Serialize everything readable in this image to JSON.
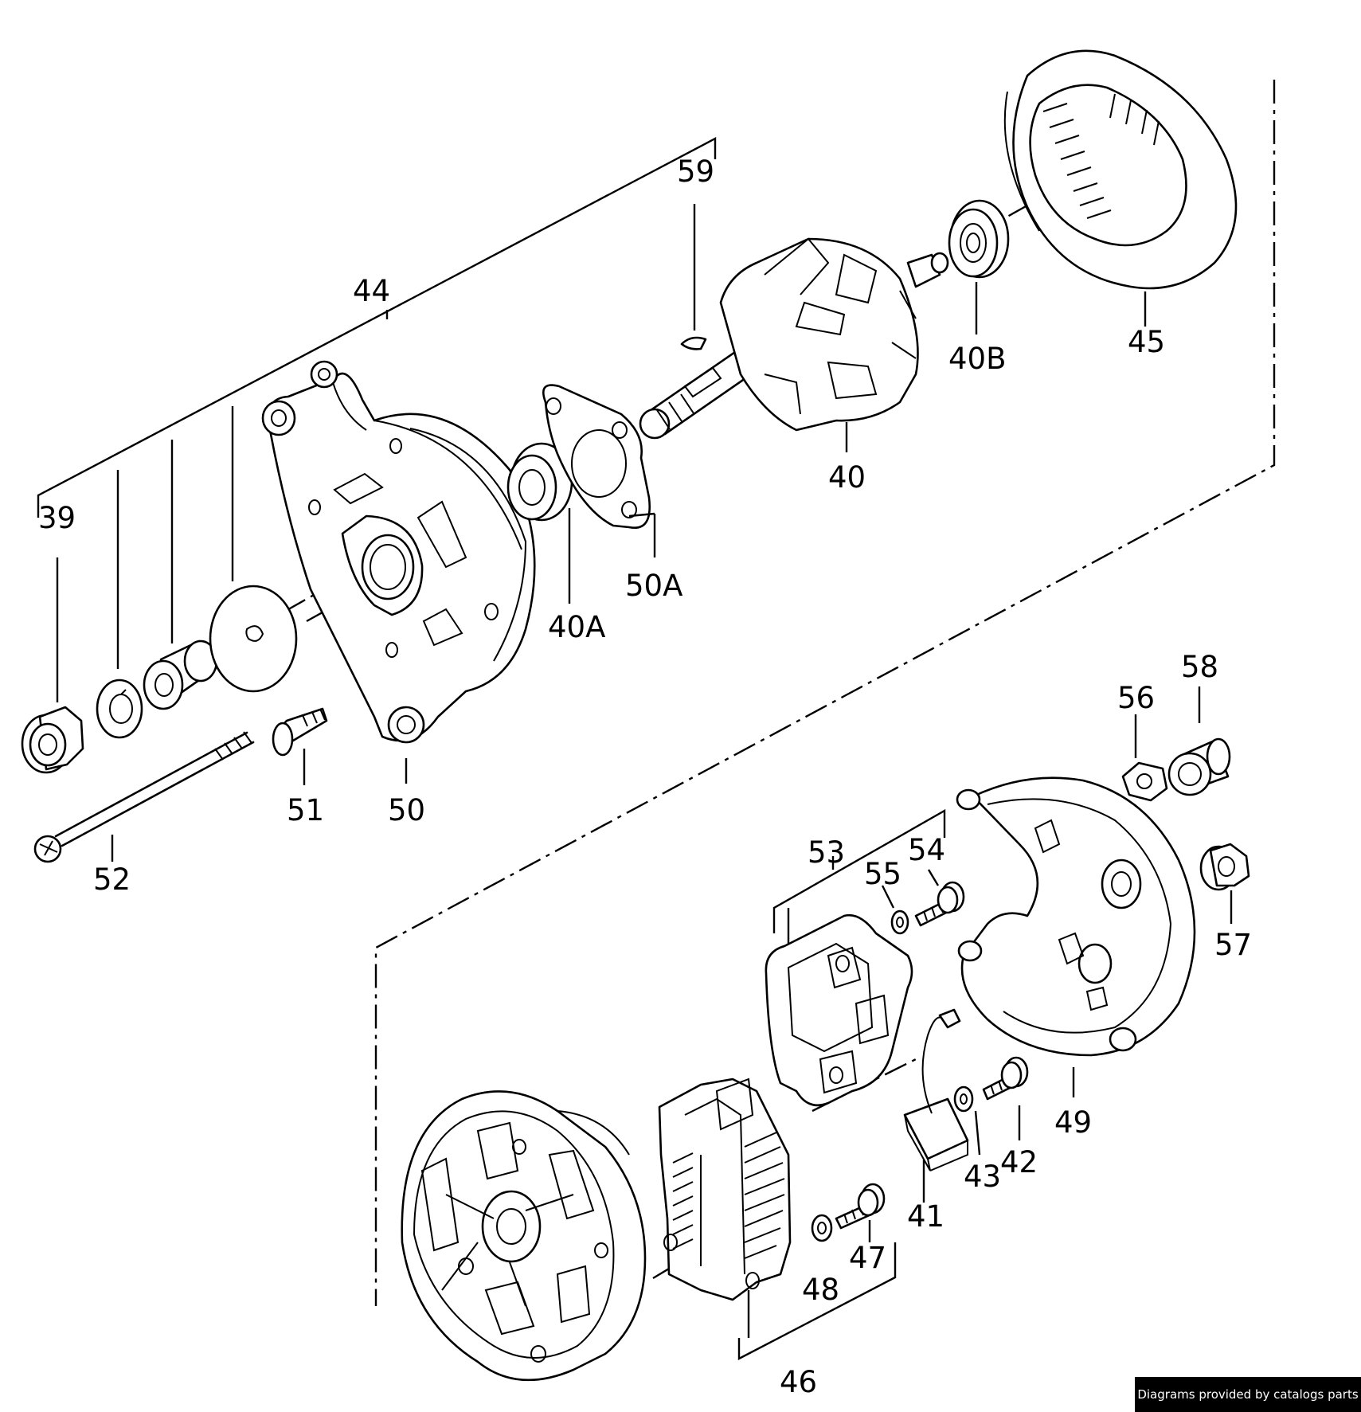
{
  "part_labels": {
    "p39": "39",
    "p44": "44",
    "p59": "59",
    "p40": "40",
    "p40b": "40B",
    "p45": "45",
    "p50a": "50A",
    "p40a": "40A",
    "p51": "51",
    "p50": "50",
    "p52": "52",
    "p58": "58",
    "p56": "56",
    "p57": "57",
    "p53": "53",
    "p54": "54",
    "p55": "55",
    "p49": "49",
    "p42": "42",
    "p43": "43",
    "p41": "41",
    "p47": "47",
    "p48": "48",
    "p46": "46"
  },
  "footer": {
    "credit": "Diagrams provided by catalogs parts"
  }
}
